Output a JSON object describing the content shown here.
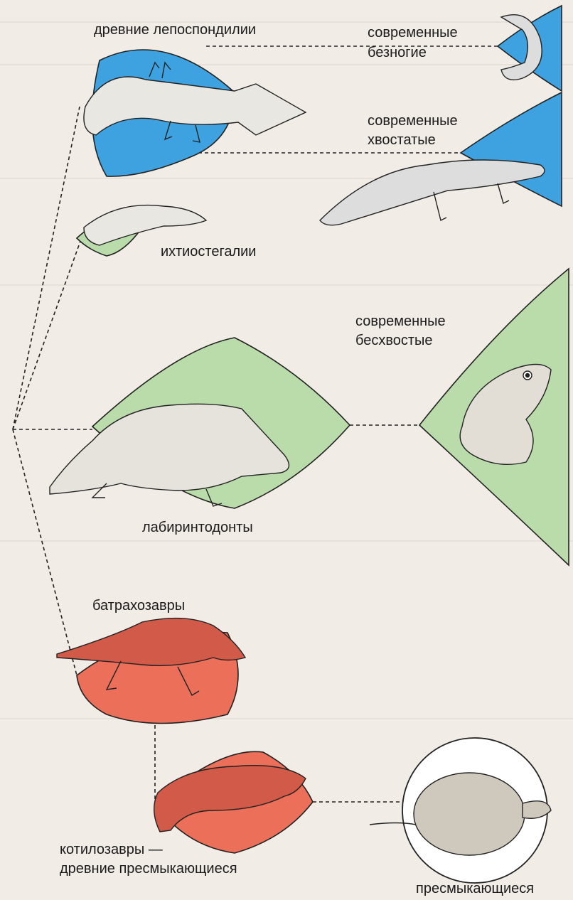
{
  "labels": {
    "ancient_lepospondyls": "древние лепоспондилии",
    "modern_legless_1": "современные",
    "modern_legless_2": "безногие",
    "modern_tailed_1": "современные",
    "modern_tailed_2": "хвостатые",
    "ichthyostegalia": "ихтиостегалии",
    "modern_tailless_1": "современные",
    "modern_tailless_2": "бесхвостые",
    "labyrinthodonts": "лабиринтодонты",
    "batrachosaurs": "батрахозавры",
    "cotylosaurs_1": "котилозавры —",
    "cotylosaurs_2": "древние пресмыкающиеся",
    "reptiles": "пресмыкающиеся"
  },
  "colors": {
    "blue_group": "#3fa2e0",
    "green_group": "#b9dcaa",
    "red_group": "#ec6f5a",
    "background": "#f1ece6",
    "line": "#222222"
  },
  "icons": [
    "lizard-like-amphibian",
    "caecilian",
    "newt",
    "ichthyostega",
    "labyrinthodont",
    "frog",
    "batrachosaur",
    "cotylosaur",
    "turtle"
  ]
}
